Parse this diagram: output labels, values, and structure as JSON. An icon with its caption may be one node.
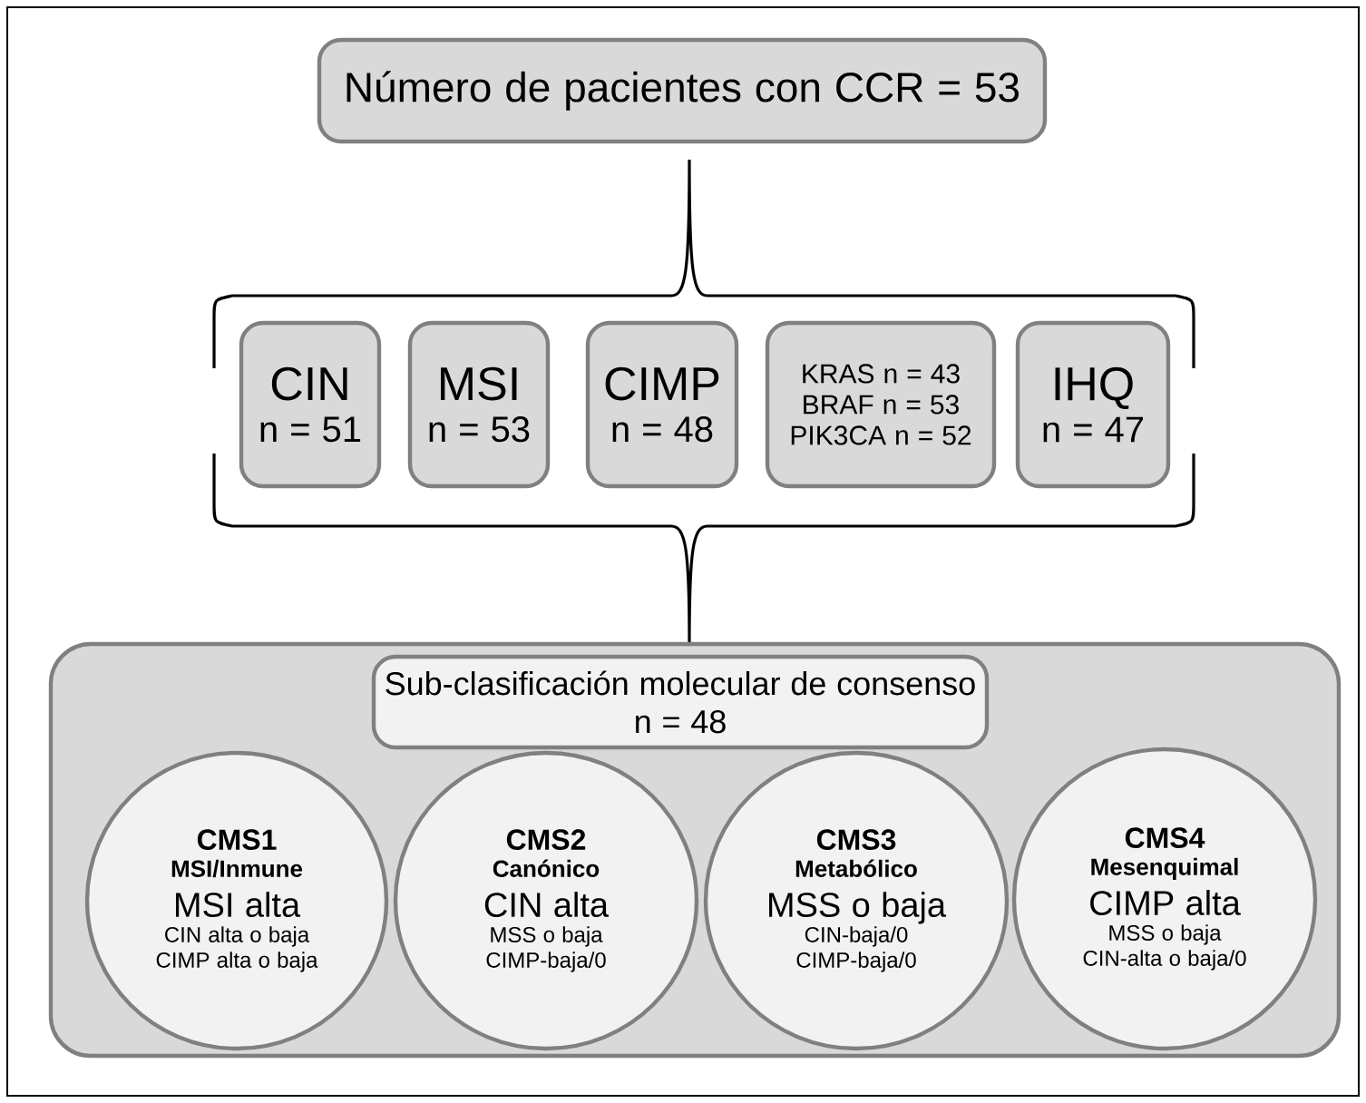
{
  "diagram": {
    "nodes": [
      {
        "text": [
          "Número de pacientes con CCR = 53"
        ]
      },
      {
        "text": [
          "CIN",
          "n = 51"
        ]
      },
      {
        "text": [
          "MSI",
          "n = 53"
        ]
      },
      {
        "text": [
          "CIMP",
          "n = 48"
        ]
      },
      {
        "text": [
          "KRAS n = 43",
          "BRAF n = 53",
          "PIK3CA n = 52"
        ]
      },
      {
        "text": [
          "IHQ",
          "n = 47"
        ]
      },
      {
        "text": [],
        "shape": "box"
      },
      {
        "text": [
          "Sub-clasificación molecular de consenso",
          "n = 48"
        ],
        "in": 6
      },
      {
        "text": [
          "CMS1",
          "MSI/Inmune",
          "MSI alta",
          "CIN alta o baja",
          "CIMP alta o baja"
        ],
        "in": 6
      },
      {
        "text": [
          "CMS2",
          "Canónico",
          "CIN alta",
          "MSS o baja",
          "CIMP-baja/0"
        ],
        "in": 6
      },
      {
        "text": [
          "CMS3",
          "Metabólico",
          "MSS o baja",
          "CIN-baja/0",
          "CIMP-baja/0"
        ],
        "in": 6
      },
      {
        "text": [
          "CMS4",
          "Mesenquimal",
          "CIMP alta",
          "MSS o baja",
          "CIN-alta o baja/0"
        ],
        "in": 6
      }
    ]
  }
}
